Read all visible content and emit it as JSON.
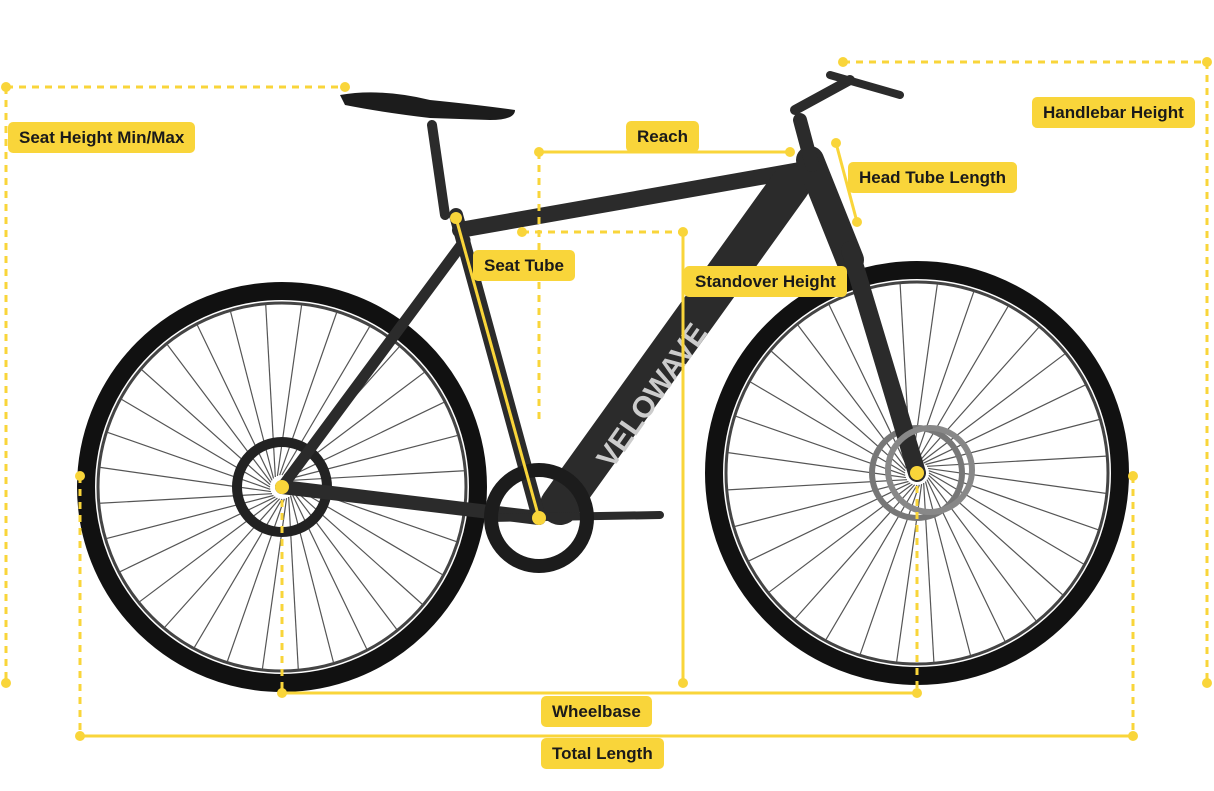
{
  "accent_color": "#F9D53A",
  "frame_color": "#2b2b2b",
  "logo_text": "VELOWAVE",
  "labels": {
    "seat_height": "Seat Height Min/Max",
    "reach": "Reach",
    "head_tube_length": "Head Tube Length",
    "handlebar_height": "Handlebar Height",
    "seat_tube": "Seat Tube",
    "standover_height": "Standover Height",
    "wheelbase": "Wheelbase",
    "total_length": "Total Length"
  }
}
